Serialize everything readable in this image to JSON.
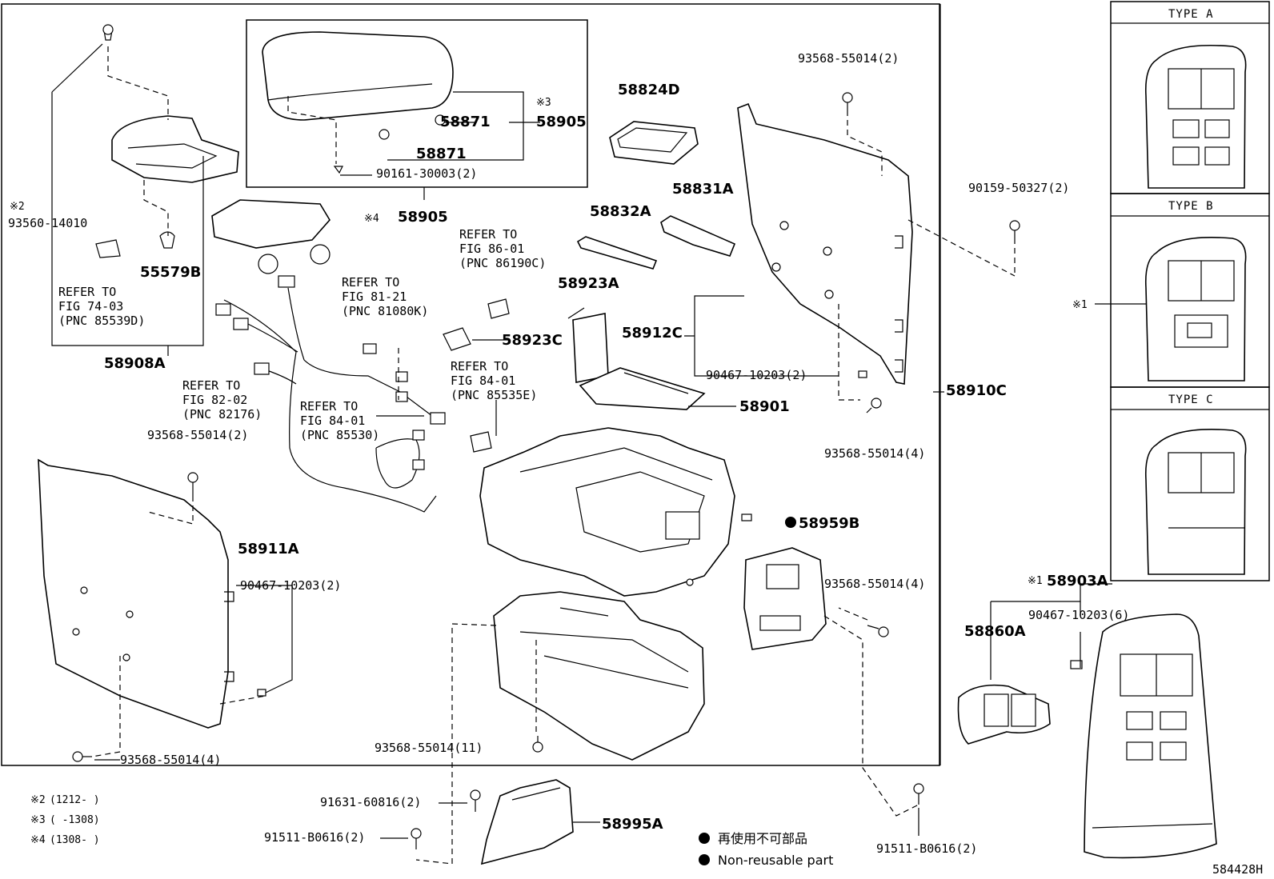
{
  "frame_labels": {
    "type_a": "TYPE  A",
    "type_b": "TYPE  B",
    "type_c": "TYPE  C"
  },
  "parts": {
    "p93560": "93560-14010",
    "p58905a": "58905",
    "p58871a": "58871",
    "p58871b": "58871",
    "p90161": "90161-30003(2)",
    "p58905b": "58905",
    "p58824d": "58824D",
    "p93568_top": "93568-55014(2)",
    "p90159": "90159-50327(2)",
    "p55579b": "55579B",
    "p58908a": "58908A",
    "p58832a": "58832A",
    "p58831a": "58831A",
    "p58923a": "58923A",
    "p58912c": "58912C",
    "p58923c": "58923C",
    "p90467_mid": "90467-10203(2)",
    "p58910c": "58910C",
    "p58901": "58901",
    "p93568_right4": "93568-55014(4)",
    "p93568_left2": "93568-55014(2)",
    "p58959b": "58959B",
    "p58911a": "58911A",
    "p90467_left": "90467-10203(2)",
    "p93568_mid4": "93568-55014(4)",
    "p58903a": "58903A",
    "p90467_6": "90467-10203(6)",
    "p58860a": "58860A",
    "p93568_11": "93568-55014(11)",
    "p93568_bl4": "93568-55014(4)",
    "p91631": "91631-60816(2)",
    "p58995a": "58995A",
    "p91511_left": "91511-B0616(2)",
    "p91511_right": "91511-B0616(2)"
  },
  "refs": {
    "fig74": [
      "REFER TO",
      "FIG 74-03",
      "(PNC 85539D)"
    ],
    "fig86": [
      "REFER TO",
      "FIG 86-01",
      "(PNC 86190C)"
    ],
    "fig81": [
      "REFER TO",
      "FIG 81-21",
      "(PNC 81080K)"
    ],
    "fig84e": [
      "REFER TO",
      "FIG 84-01",
      "(PNC 85535E)"
    ],
    "fig82": [
      "REFER TO",
      "FIG 82-02",
      "(PNC 82176)"
    ],
    "fig84": [
      "REFER TO",
      "FIG 84-01",
      "(PNC 85530)"
    ]
  },
  "marks": {
    "m2": "※2",
    "m3": "※3",
    "m4": "※4",
    "m1a": "※1",
    "m1b": "※1"
  },
  "footnotes": [
    {
      "mark": "※2",
      "range": "(1212-      )"
    },
    {
      "mark": "※3",
      "range": "(      -1308)"
    },
    {
      "mark": "※4",
      "range": "(1308-      )"
    }
  ],
  "legend": {
    "jp": "再使用不可部品",
    "en": "Non-reusable part"
  },
  "figure_id": "584428H"
}
